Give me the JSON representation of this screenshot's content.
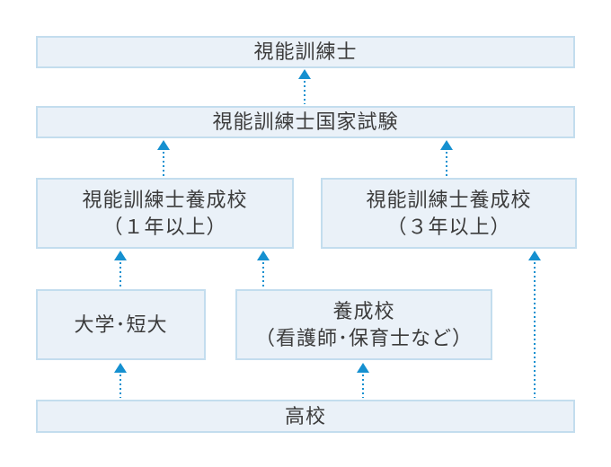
{
  "colors": {
    "background": "#ffffff",
    "box_fill": "#eaf1f8",
    "box_border": "#c3ddee",
    "arrow": "#1590d0",
    "text": "#3c3c3c"
  },
  "boxes": {
    "orthoptist": {
      "label": "視能訓練士"
    },
    "exam": {
      "label": "視能訓練士国家試験"
    },
    "training_school_1yr": {
      "line1": "視能訓練士養成校",
      "line2": "（１年以上）"
    },
    "training_school_3yr": {
      "line1": "視能訓練士養成校",
      "line2": "（３年以上）"
    },
    "university": {
      "label": "大学･短大"
    },
    "vocational_school": {
      "line1": "養成校",
      "line2": "（看護師･保育士など）"
    },
    "high_school": {
      "label": "高校"
    }
  },
  "connections": [
    {
      "from": "exam",
      "to": "orthoptist"
    },
    {
      "from": "training_school_1yr",
      "to": "exam"
    },
    {
      "from": "training_school_3yr",
      "to": "exam"
    },
    {
      "from": "university",
      "to": "training_school_1yr"
    },
    {
      "from": "vocational_school",
      "to": "training_school_1yr"
    },
    {
      "from": "high_school",
      "to": "training_school_3yr"
    },
    {
      "from": "high_school",
      "to": "university"
    },
    {
      "from": "high_school",
      "to": "vocational_school"
    }
  ],
  "icons": {
    "arrow_up": "dotted-up-arrow-icon"
  }
}
